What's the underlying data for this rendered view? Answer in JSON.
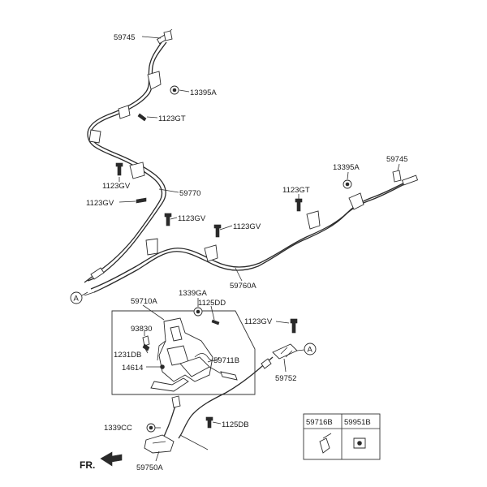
{
  "diagram": {
    "labels": {
      "p59745_top": "59745",
      "p13395a_top": "13395A",
      "p1123gt_top": "1123GT",
      "p1123gv_a": "1123GV",
      "p59770": "59770",
      "p1123gv_b": "1123GV",
      "p1123gv_c": "1123GV",
      "p1123gv_d": "1123GV",
      "p59760a": "59760A",
      "p13395a_right": "13395A",
      "p59745_right": "59745",
      "p1123gt_right": "1123GT",
      "circle_a_left": "A",
      "p1339ga": "1339GA",
      "p59710a": "59710A",
      "p1125dd": "1125DD",
      "p93830": "93830",
      "p1231db": "1231DB",
      "p14614": "14614",
      "p59711b": "59711B",
      "p1123gv_e": "1123GV",
      "circle_a_right": "A",
      "p59752": "59752",
      "p1339cc": "1339CC",
      "p1125db": "1125DB",
      "p59750a": "59750A",
      "inset_left": "59716B",
      "inset_right": "59951B",
      "front": "FR."
    }
  }
}
